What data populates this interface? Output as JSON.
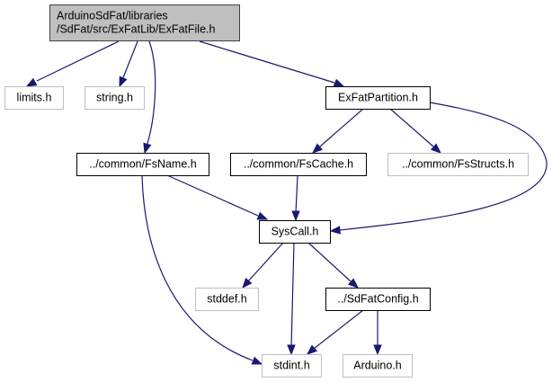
{
  "diagram": {
    "type": "include-dependency-graph",
    "colors": {
      "edge": "#191970",
      "root_fill": "#bfbfbf",
      "root_border": "#404040",
      "documented_border": "#000000",
      "external_border": "#bfbfbf",
      "node_fill": "#ffffff"
    },
    "nodes": [
      {
        "id": "root",
        "lines": [
          "ArduinoSdFat/libraries",
          "/SdFat/src/ExFatLib/ExFatFile.h"
        ],
        "kind": "root"
      },
      {
        "id": "limits",
        "lines": [
          "limits.h"
        ],
        "kind": "external"
      },
      {
        "id": "string",
        "lines": [
          "string.h"
        ],
        "kind": "external"
      },
      {
        "id": "exfatpartition",
        "lines": [
          "ExFatPartition.h"
        ],
        "kind": "documented"
      },
      {
        "id": "fsname",
        "lines": [
          "../common/FsName.h"
        ],
        "kind": "documented"
      },
      {
        "id": "fscache",
        "lines": [
          "../common/FsCache.h"
        ],
        "kind": "documented"
      },
      {
        "id": "fsstructs",
        "lines": [
          "../common/FsStructs.h"
        ],
        "kind": "external"
      },
      {
        "id": "syscall",
        "lines": [
          "SysCall.h"
        ],
        "kind": "documented"
      },
      {
        "id": "stddef",
        "lines": [
          "stddef.h"
        ],
        "kind": "external"
      },
      {
        "id": "sdfatconfig",
        "lines": [
          "../SdFatConfig.h"
        ],
        "kind": "documented"
      },
      {
        "id": "stdint",
        "lines": [
          "stdint.h"
        ],
        "kind": "external"
      },
      {
        "id": "arduino",
        "lines": [
          "Arduino.h"
        ],
        "kind": "external"
      }
    ],
    "edges": [
      {
        "from": "root",
        "to": "limits"
      },
      {
        "from": "root",
        "to": "string"
      },
      {
        "from": "root",
        "to": "fsname"
      },
      {
        "from": "root",
        "to": "exfatpartition"
      },
      {
        "from": "exfatpartition",
        "to": "fscache"
      },
      {
        "from": "exfatpartition",
        "to": "fsstructs"
      },
      {
        "from": "exfatpartition",
        "to": "syscall"
      },
      {
        "from": "fsname",
        "to": "syscall"
      },
      {
        "from": "fsname",
        "to": "stdint"
      },
      {
        "from": "fscache",
        "to": "syscall"
      },
      {
        "from": "syscall",
        "to": "stddef"
      },
      {
        "from": "syscall",
        "to": "stdint"
      },
      {
        "from": "syscall",
        "to": "sdfatconfig"
      },
      {
        "from": "sdfatconfig",
        "to": "stdint"
      },
      {
        "from": "sdfatconfig",
        "to": "arduino"
      }
    ]
  }
}
